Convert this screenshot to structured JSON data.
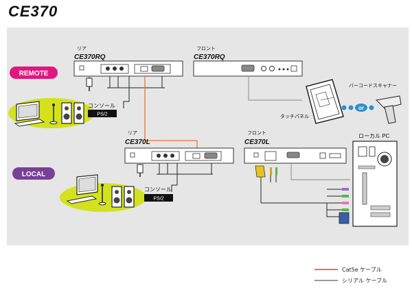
{
  "title": "CE370",
  "remote": {
    "badge": "REMOTE",
    "rear_caption": "リア",
    "rear_model": "CE370RQ",
    "front_caption": "フロント",
    "front_model": "CE370RQ",
    "console_label": "コンソール",
    "ps2_label": "PS/2",
    "touch_panel_label": "タッチパネル",
    "barcode_label": "バーコードスキャナー",
    "or_label": "or"
  },
  "local": {
    "badge": "LOCAL",
    "rear_caption": "リア",
    "rear_model": "CE370L",
    "front_caption": "フロント",
    "front_model": "CE370L",
    "console_label": "コンソール",
    "ps2_label": "PS/2",
    "pc_label": "ローカル PC"
  },
  "legend": [
    {
      "label": "Cat5e ケーブル",
      "color": "#e8763a"
    },
    {
      "label": "シリアル ケーブル",
      "color": "#9a9a9a"
    }
  ],
  "colors": {
    "remote_badge": "#e0177e",
    "local_badge": "#7a3f98",
    "desk_ellipse": "#d3e21c",
    "cat5e": "#e8763a",
    "serial": "#9a9a9a",
    "dots": "#2f8fc8"
  }
}
